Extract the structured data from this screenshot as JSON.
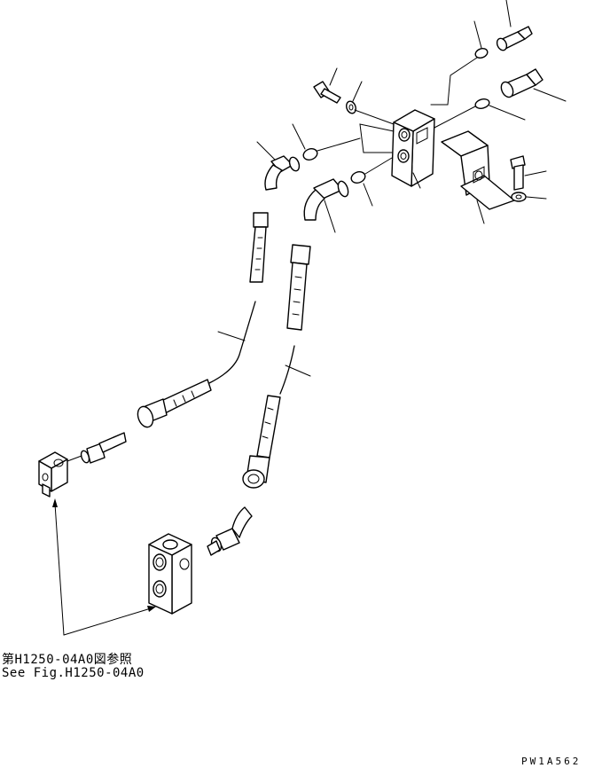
{
  "notes": {
    "reference_jp": "第H1250-04A0図参照",
    "reference_en": "See Fig.H1250-04A0"
  },
  "drawing_code": "PW1A562",
  "icons": [
    "connector-icon",
    "orifice-icon",
    "bolt-icon",
    "washer-icon",
    "valve-block-icon",
    "bracket-icon",
    "elbow-icon",
    "hose-icon",
    "adapter-icon",
    "o-ring-icon",
    "arrow-icon"
  ]
}
